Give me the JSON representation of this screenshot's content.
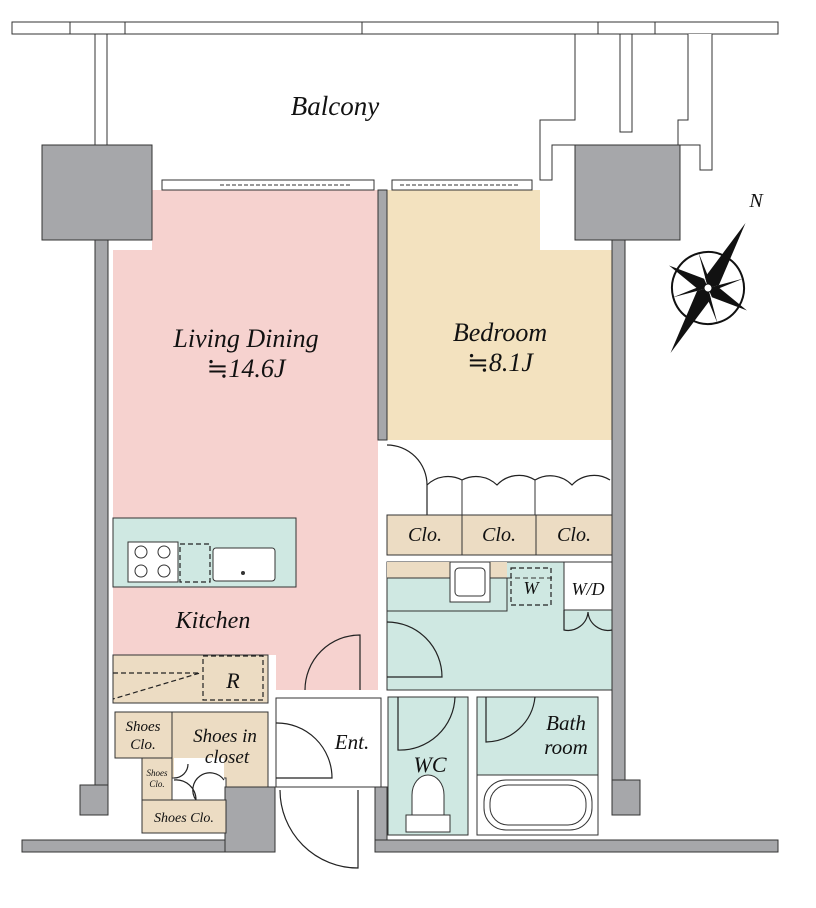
{
  "rooms": {
    "balcony": "Balcony",
    "living_dining": "Living Dining",
    "living_dining_size": "≒14.6J",
    "bedroom": "Bedroom",
    "bedroom_size": "≒8.1J",
    "kitchen": "Kitchen",
    "refrigerator": "R",
    "closet_1": "Clo.",
    "closet_2": "Clo.",
    "closet_3": "Clo.",
    "washer": "W",
    "washer_dryer": "W/D",
    "wc": "WC",
    "bath_line1": "Bath",
    "bath_line2": "room",
    "entrance": "Ent.",
    "shoes_clo_top_line1": "Shoes",
    "shoes_clo_top_line2": "Clo.",
    "shoes_in_closet_line1": "Shoes in",
    "shoes_in_closet_line2": "closet",
    "shoes_clo_small_line1": "Shoes",
    "shoes_clo_small_line2": "Clo.",
    "shoes_clo_bottom": "Shoes Clo."
  },
  "compass": {
    "north_label": "N"
  },
  "colors": {
    "living": "#f6d2cf",
    "bedroom": "#f3e2bf",
    "storage": "#ecdcc3",
    "wet": "#cfe8e2",
    "wall": "#a6a7aa"
  }
}
